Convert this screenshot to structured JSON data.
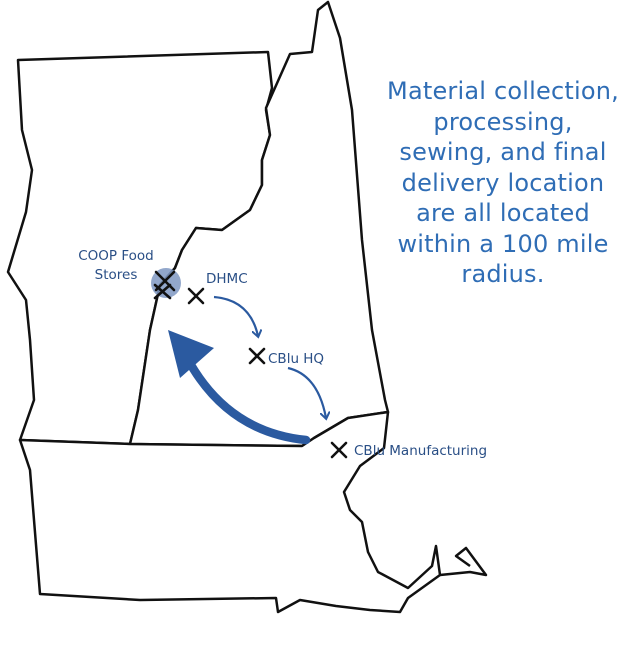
{
  "callout": {
    "lines": [
      "Material collection,",
      "processing,",
      "sewing, and final",
      "delivery location",
      "are all located",
      "within a 100 mile",
      "radius."
    ],
    "color": "#2f6db5"
  },
  "locations": {
    "coop": {
      "label_line1": "COOP Food",
      "label_line2": "Stores",
      "marker": "x-marker-icon",
      "highlight": "circle"
    },
    "dhmc": {
      "label": "DHMC",
      "marker": "x-marker-icon"
    },
    "cblu_hq": {
      "label": "CBlu HQ",
      "marker": "x-marker-icon"
    },
    "cblu_manufacturing": {
      "label": "CBlu Manufacturing",
      "marker": "x-marker-icon"
    }
  },
  "flow": {
    "arrows": [
      "dhmc-to-cblu-hq-arrow",
      "cblu-hq-to-manufacturing-arrow",
      "manufacturing-to-coop-arrow"
    ],
    "arrow_color": "#2b5aa0",
    "highlight_color": "#7f98c2"
  }
}
